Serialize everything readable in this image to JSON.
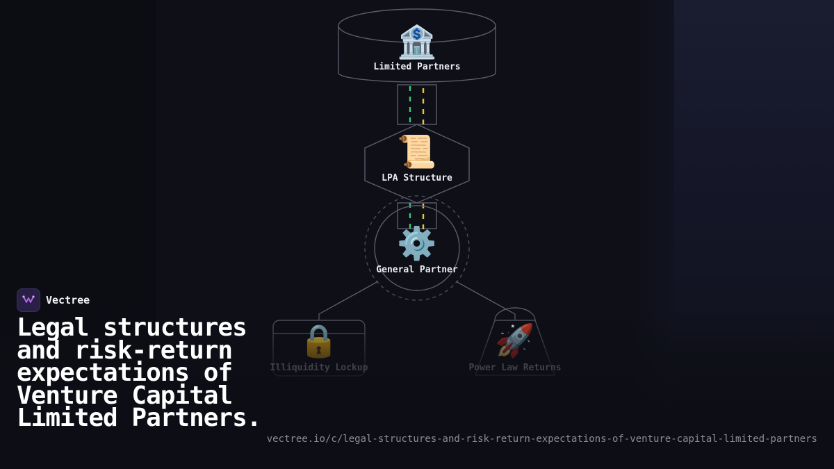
{
  "brand": {
    "name": "Vectree",
    "logo_icon": "vectree-logo-icon"
  },
  "headline": "Legal structures and risk-return expectations of Venture Capital Limited Partners.",
  "url": "vectree.io/c/legal-structures-and-risk-return-expectations-of-venture-capital-limited-partners",
  "diagram": {
    "nodes": [
      {
        "id": "lp",
        "label": "Limited Partners",
        "icon": "🏦",
        "icon_name": "bank-icon",
        "shape": "cylinder"
      },
      {
        "id": "lpa",
        "label": "LPA Structure",
        "icon": "📜",
        "icon_name": "scroll-icon",
        "shape": "hexagon"
      },
      {
        "id": "gp",
        "label": "General Partner",
        "icon": "⚙️",
        "icon_name": "gear-icon",
        "shape": "double-circle"
      },
      {
        "id": "lockup",
        "label": "Illiquidity Lockup",
        "icon": "🔒",
        "icon_name": "lock-icon",
        "shape": "rounded-rect"
      },
      {
        "id": "returns",
        "label": "Power Law Returns",
        "icon": "🚀",
        "icon_name": "rocket-icon",
        "shape": "trapezoid"
      }
    ],
    "edges": [
      {
        "from": "lp",
        "to": "lpa"
      },
      {
        "from": "lpa",
        "to": "gp"
      },
      {
        "from": "gp",
        "to": "lockup"
      },
      {
        "from": "gp",
        "to": "returns"
      }
    ],
    "colors": {
      "stroke": "#5a5d6b",
      "flow_green": "#3fc77a",
      "flow_yellow": "#f2c230",
      "label": "#eceef4",
      "background": "#0d0e15",
      "accent": "#2a2046"
    }
  }
}
